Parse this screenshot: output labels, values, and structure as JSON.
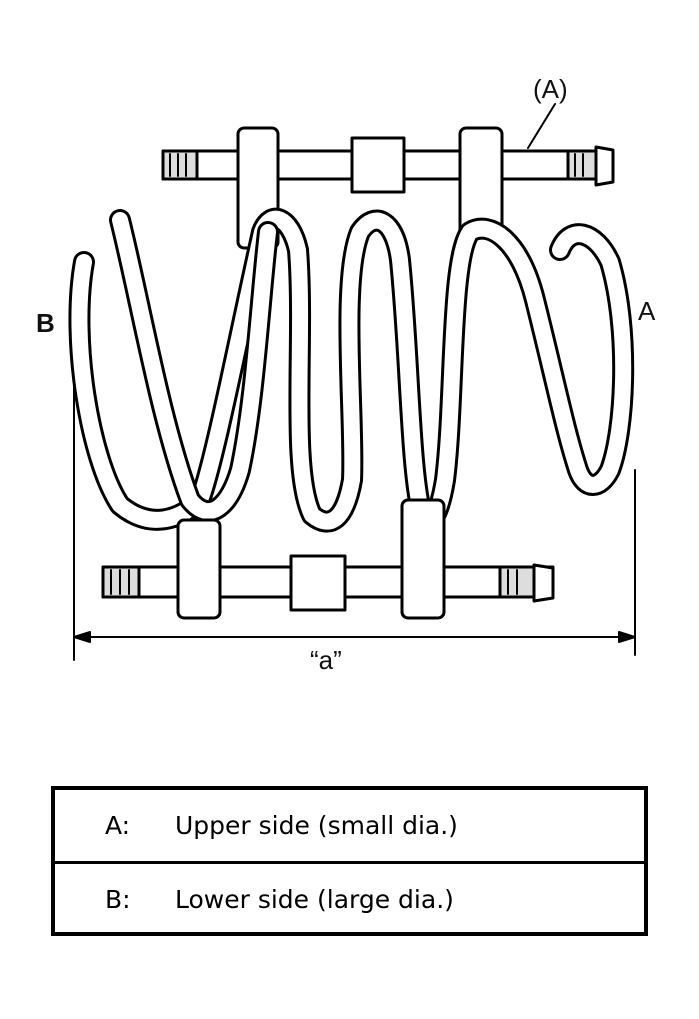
{
  "figure": {
    "tool_label": "(A)",
    "side_a_label": "A",
    "side_b_label": "B",
    "dimension_label": "“a”"
  },
  "legend": [
    {
      "key": "A:",
      "text": "Upper side (small dia.)"
    },
    {
      "key": "B:",
      "text": "Lower side (large dia.)"
    }
  ]
}
